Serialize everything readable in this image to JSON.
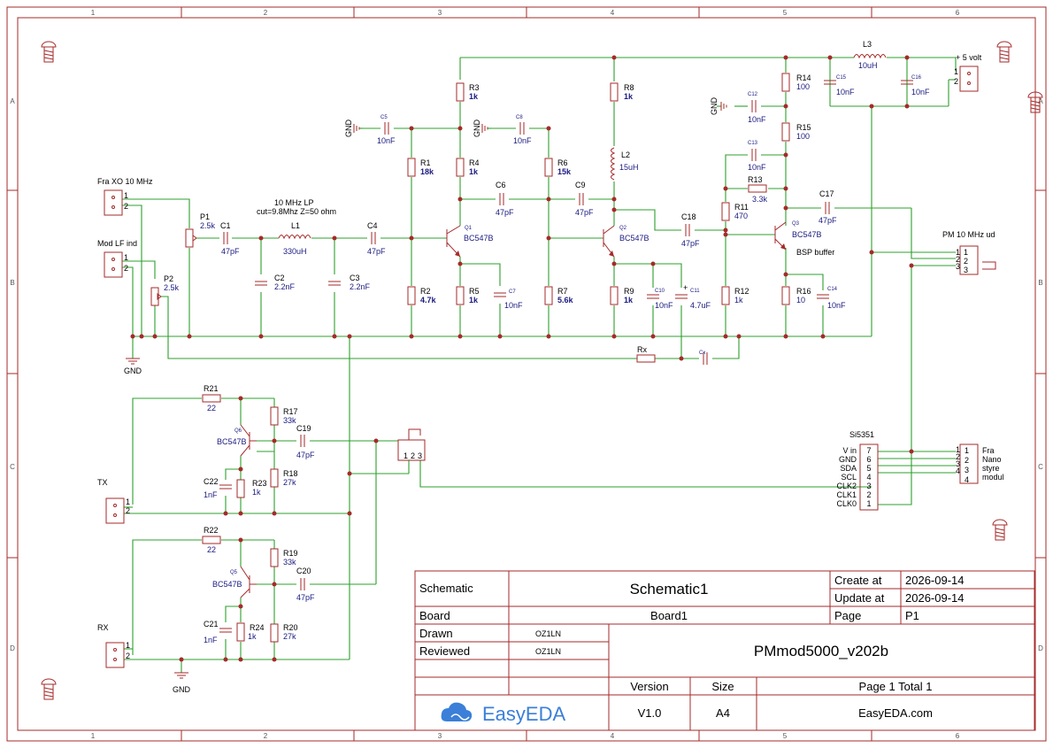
{
  "grid": {
    "cols": [
      "1",
      "2",
      "3",
      "4",
      "5",
      "6"
    ],
    "rows": [
      "A",
      "B",
      "C",
      "D"
    ]
  },
  "components": {
    "c1": "C1",
    "c1v": "47pF",
    "l1": "L1",
    "l1v": "330uH",
    "c4": "C4",
    "c4v": "47pF",
    "lp1": "10 MHz LP",
    "lp2": "cut=9.8Mhz  Z=50 ohm",
    "c2": "C2",
    "c2v": "2.2nF",
    "c3": "C3",
    "c3v": "2.2nF",
    "p1": "P1",
    "p1v": "2.5k",
    "p2": "P2",
    "p2v": "2.5k",
    "j1": "Fra XO 10 MHz",
    "j2": "Mod LF ind",
    "gnd": "GND",
    "c5": "C5",
    "c5v": "10nF",
    "r1": "R1",
    "r1v": "18k",
    "r2": "R2",
    "r2v": "4.7k",
    "r3": "R3",
    "r3v": "1k",
    "r4": "R4",
    "r4v": "1k",
    "r5": "R5",
    "r5v": "1k",
    "q1": "Q1",
    "q1v": "BC547B",
    "c6": "C6",
    "c6v": "47pF",
    "c7": "C7",
    "c7v": "10nF",
    "c8": "C8",
    "c8v": "10nF",
    "r6": "R6",
    "r6v": "15k",
    "r7": "R7",
    "r7v": "5.6k",
    "c9": "C9",
    "c9v": "47pF",
    "q2": "Q2",
    "q2v": "BC547B",
    "r8": "R8",
    "r8v": "1k",
    "l2": "L2",
    "l2v": "15uH",
    "r9": "R9",
    "r9v": "1k",
    "c10": "C10",
    "c10v": "10nF",
    "c11": "C11",
    "c11v": "4.7uF",
    "c18": "C18",
    "c18v": "47pF",
    "rx": "Rx",
    "cx": "Cx",
    "c12": "C12",
    "c12v": "10nF",
    "r14": "R14",
    "r14v": "100",
    "r15": "R15",
    "r15v": "100",
    "c13": "C13",
    "c13v": "10nF",
    "r13": "R13",
    "r13v": "3.3k",
    "r11": "R11",
    "r11v": "470",
    "q3": "Q3",
    "q3v": "BC547B",
    "bsp": "BSP buffer",
    "r12": "R12",
    "r12v": "1k",
    "r16": "R16",
    "r16v": "10",
    "c14": "C14",
    "c14v": "10nF",
    "c17": "C17",
    "c17v": "47pF",
    "l3": "L3",
    "l3v": "10uH",
    "c15": "C15",
    "c15v": "10nF",
    "c16": "C16",
    "c16v": "10nF",
    "p5v": "+ 5 volt",
    "pm": "PM 10 MHz ud",
    "r21": "R21",
    "r21v": "22",
    "r17": "R17",
    "r17v": "33k",
    "q6": "Q6",
    "q6v": "BC547B",
    "c19": "C19",
    "c19v": "47pF",
    "c22": "C22",
    "c22v": "1nF",
    "r23": "R23",
    "r23v": "1k",
    "r18": "R18",
    "r18v": "27k",
    "tx": "TX",
    "r22": "R22",
    "r22v": "22",
    "r19": "R19",
    "r19v": "33k",
    "q5": "Q5",
    "q5v": "BC547B",
    "c20": "C20",
    "c20v": "47pF",
    "c21": "C21",
    "c21v": "1nF",
    "r24": "R24",
    "r24v": "1k",
    "r20": "R20",
    "r20v": "27k",
    "rxj": "RX",
    "si": "Si5351",
    "sipins": [
      "V in",
      "GND",
      "SDA",
      "SCL",
      "CLK2",
      "CLK1",
      "CLK0"
    ],
    "sinums": [
      "7",
      "6",
      "5",
      "4",
      "3",
      "2",
      "1"
    ],
    "nano1": "Fra",
    "nano2": "Nano",
    "nano3": "styre",
    "nano4": "modul"
  },
  "title_block": {
    "schematic_label": "Schematic",
    "schematic_value": "Schematic1",
    "create_label": "Create at",
    "create_value": "2026-09-14",
    "update_label": "Update at",
    "update_value": "2026-09-14",
    "board_label": "Board",
    "board_value": "Board1",
    "page_label": "Page",
    "page_value": "P1",
    "drawn_label": "Drawn",
    "drawn_value": "OZ1LN",
    "reviewed_label": "Reviewed",
    "reviewed_value": "OZ1LN",
    "project": "PMmod5000_v202b",
    "version_label": "Version",
    "version_value": "V1.0",
    "size_label": "Size",
    "size_value": "A4",
    "page_info": "Page  1  Total  1",
    "logo": "EasyEDA",
    "site": "EasyEDA.com"
  }
}
